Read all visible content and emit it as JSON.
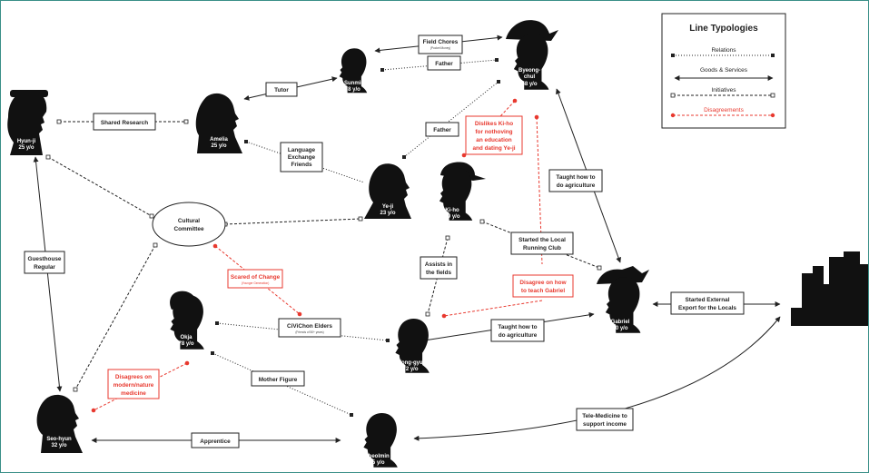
{
  "legend": {
    "title": "Line Typologies",
    "items": [
      {
        "label": "Relations",
        "style": "dotted",
        "color": "#222222"
      },
      {
        "label": "Goods & Services",
        "style": "solid-arrow",
        "color": "#222222"
      },
      {
        "label": "Initiatives",
        "style": "dashed",
        "color": "#222222"
      },
      {
        "label": "Disagreements",
        "style": "dashed",
        "color": "#e8392f"
      }
    ]
  },
  "people": {
    "hyunji": {
      "name": "Hyun-ji",
      "age": "25 y/o"
    },
    "amelia": {
      "name": "Amelia",
      "age": "25 y/o"
    },
    "sunmin": {
      "name": "Sunmin",
      "age": "8 y/o"
    },
    "byeongchul": {
      "name1": "Byeong-",
      "name2": "chul",
      "age": "58 y/o"
    },
    "yeji": {
      "name": "Ye-ji",
      "age": "23 y/o"
    },
    "kiho": {
      "name": "Ki-ho",
      "age": "29 y/o"
    },
    "okja": {
      "name": "Okja",
      "age": "78 y/o"
    },
    "yonggyu": {
      "name": "Yong-gyu",
      "age": "72 y/o"
    },
    "gabriel": {
      "name": "Gabriel",
      "age": "30 y/o"
    },
    "seohyun": {
      "name": "Seo-hyun",
      "age": "32 y/o"
    },
    "cheolmin": {
      "name": "Cheolmin",
      "age": "55 y/o"
    }
  },
  "cultural_committee": {
    "line1": "Cultural",
    "line2": "Committee"
  },
  "labels": {
    "field_chores": {
      "line1": "Field Chores",
      "sub": "(Pocket Money)"
    },
    "father_top": "Father",
    "tutor": "Tutor",
    "shared_research": "Shared Research",
    "language_exchange": {
      "line1": "Language",
      "line2": "Exchange",
      "line3": "Friends"
    },
    "father_mid": "Father",
    "dislikes_kiho": {
      "line1": "Dislikes Ki-ho",
      "line2": "for nothoving",
      "line3": "an education",
      "line4": "and dating Ye-ji"
    },
    "taught_agri_top": {
      "line1": "Taught how to",
      "line2": "do agriculture"
    },
    "guesthouse": {
      "line1": "Guesthouse",
      "line2": "Regular"
    },
    "scared_change": {
      "line1": "Scared of Change",
      "sub": "(Younger Generation)"
    },
    "assists_fields": {
      "line1": "Assists in",
      "line2": "the fields"
    },
    "running_club": {
      "line1": "Started the Local",
      "line2": "Running Club"
    },
    "disagree_teach": {
      "line1": "Disagree on how",
      "line2": "to teach Gabriel"
    },
    "started_export": {
      "line1": "Started External",
      "line2": "Export for the Locals"
    },
    "civichon": {
      "line1": "CiViChon Elders",
      "sub": "(Friends of 50+ years)"
    },
    "taught_agri_bottom": {
      "line1": "Taught how to",
      "line2": "do agriculture"
    },
    "disagrees_medicine": {
      "line1": "Disagrees on",
      "line2": "modern/nature",
      "line3": "medicine"
    },
    "mother_figure": "Mother Figure",
    "apprentice": "Apprentice",
    "telemedicine": {
      "line1": "Tele-Medicine to",
      "line2": "support income"
    }
  }
}
